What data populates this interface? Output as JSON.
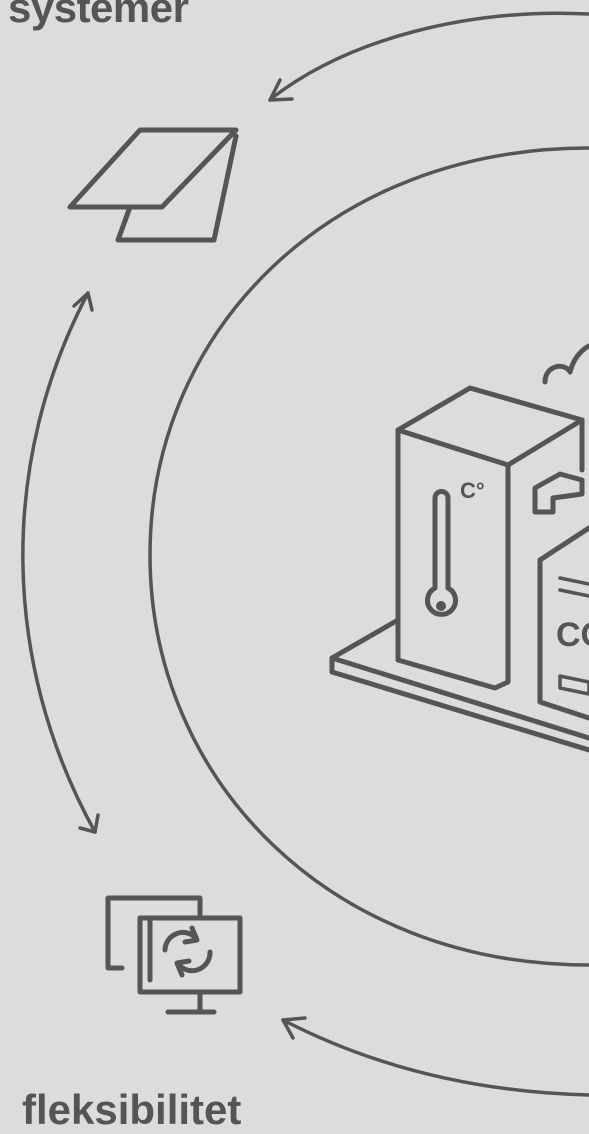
{
  "heading": "systemer",
  "footer": "fleksibilitet",
  "labels": {
    "unit_celsius": "C°",
    "unit_co2": "CO"
  },
  "colors": {
    "background": "#dcdcdc",
    "ink": "#555555"
  },
  "icons": [
    "solar-panel-icon",
    "sync-screens-icon",
    "building-sensors-icon",
    "cloud-icon"
  ]
}
